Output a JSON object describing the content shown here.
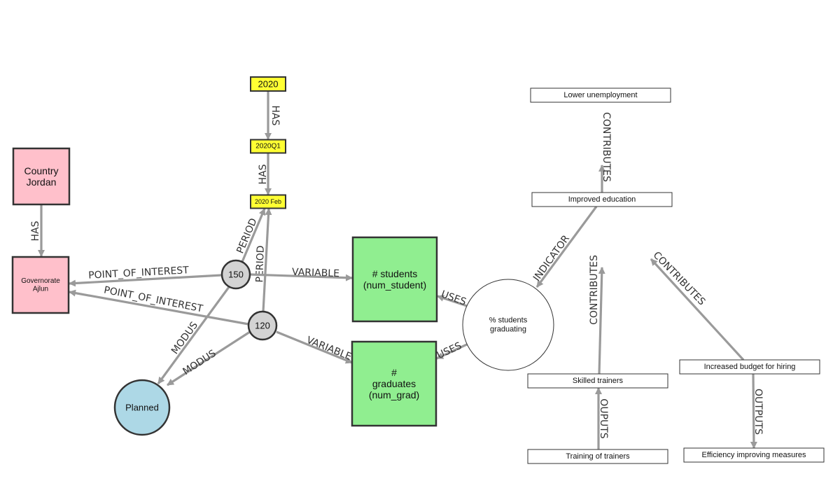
{
  "diagram": {
    "nodes": {
      "n2020": {
        "lines": [
          "2020"
        ],
        "color": "#ffff33"
      },
      "n2020q1": {
        "lines": [
          "2020Q1"
        ],
        "color": "#ffff33"
      },
      "n2020feb": {
        "lines": [
          "2020 Feb"
        ],
        "color": "#ffff33"
      },
      "country": {
        "lines": [
          "Country",
          "Jordan"
        ],
        "color": "#ffc0cb"
      },
      "gov": {
        "lines": [
          "Governorate",
          "Ajlun"
        ],
        "color": "#ffc0cb"
      },
      "o150": {
        "lines": [
          "150"
        ],
        "color": "#d3d3d3"
      },
      "o120": {
        "lines": [
          "120"
        ],
        "color": "#d3d3d3"
      },
      "planned": {
        "lines": [
          "Planned"
        ],
        "color": "#add8e6"
      },
      "students": {
        "lines": [
          "# students",
          "(num_student)"
        ],
        "color": "#90ee90"
      },
      "grads": {
        "lines": [
          "#",
          "graduates",
          "(num_grad)"
        ],
        "color": "#90ee90"
      },
      "pct": {
        "lines": [
          "% students",
          "graduating"
        ],
        "color": "#ffffff"
      },
      "lower": {
        "lines": [
          "Lower unemployment"
        ],
        "color": "#ffffff"
      },
      "improved": {
        "lines": [
          "Improved education"
        ],
        "color": "#ffffff"
      },
      "skilled": {
        "lines": [
          "Skilled trainers"
        ],
        "color": "#ffffff"
      },
      "training": {
        "lines": [
          "Training of trainers"
        ],
        "color": "#ffffff"
      },
      "budget": {
        "lines": [
          "Increased budget for hiring"
        ],
        "color": "#ffffff"
      },
      "efficiency": {
        "lines": [
          "Efficiency improving measures"
        ],
        "color": "#ffffff"
      }
    },
    "edges": [
      {
        "id": "has-2020-q1",
        "label": "HAS"
      },
      {
        "id": "has-q1-feb",
        "label": "HAS"
      },
      {
        "id": "has-country-gov",
        "label": "HAS"
      },
      {
        "id": "poi-150",
        "label": "POINT_OF_INTEREST"
      },
      {
        "id": "poi-120",
        "label": "POINT_OF_INTEREST"
      },
      {
        "id": "period-150",
        "label": "PERIOD"
      },
      {
        "id": "period-120",
        "label": "PERIOD"
      },
      {
        "id": "modus-150",
        "label": "MODUS"
      },
      {
        "id": "modus-120",
        "label": "MODUS"
      },
      {
        "id": "variable-150",
        "label": "VARIABLE"
      },
      {
        "id": "variable-120",
        "label": "VARIABLE"
      },
      {
        "id": "uses-students",
        "label": "USES"
      },
      {
        "id": "uses-grads",
        "label": "USES"
      },
      {
        "id": "indicator",
        "label": "INDICATOR"
      },
      {
        "id": "contributes-lower",
        "label": "CONTRIBUTES"
      },
      {
        "id": "contributes-skilled",
        "label": "CONTRIBUTES"
      },
      {
        "id": "contributes-budget",
        "label": "CONTRIBUTES"
      },
      {
        "id": "ouputs-training",
        "label": "OUPUTS"
      },
      {
        "id": "outputs-efficiency",
        "label": "OUTPUTS"
      }
    ],
    "colors": {
      "edge": "#9a9a9a",
      "border": "#333333"
    }
  }
}
